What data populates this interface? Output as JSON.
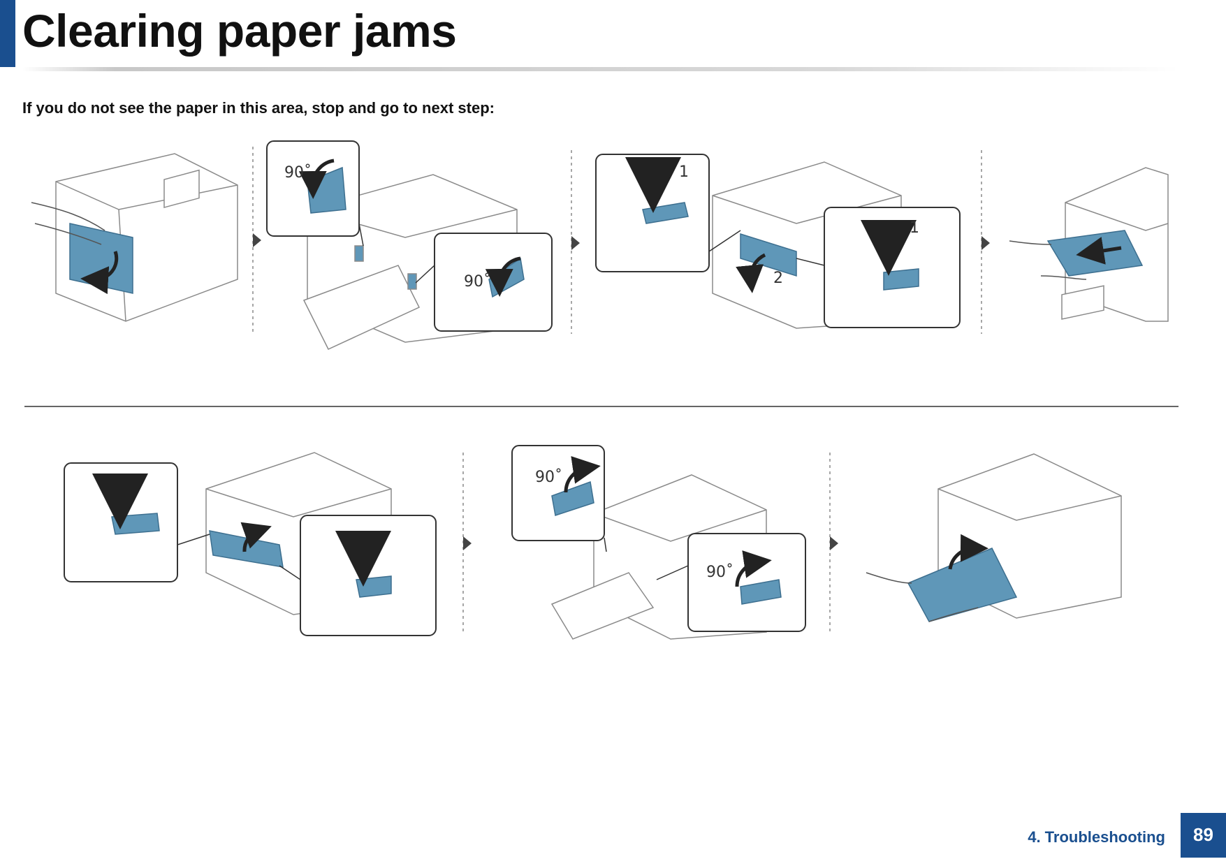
{
  "header": {
    "title": "Clearing paper jams",
    "accent_color": "#1a4f8f"
  },
  "instruction": "If you do not see the paper in this area, stop and go to next step:",
  "illustrations": {
    "angle_label": "90˚",
    "step_1": "1",
    "step_2": "2"
  },
  "footer": {
    "section": "4. Troubleshooting",
    "page_number": "89"
  },
  "colors": {
    "part_blue": "#5f97b8",
    "line_gray": "#8a8a8a",
    "arrow_gray": "#555555"
  }
}
